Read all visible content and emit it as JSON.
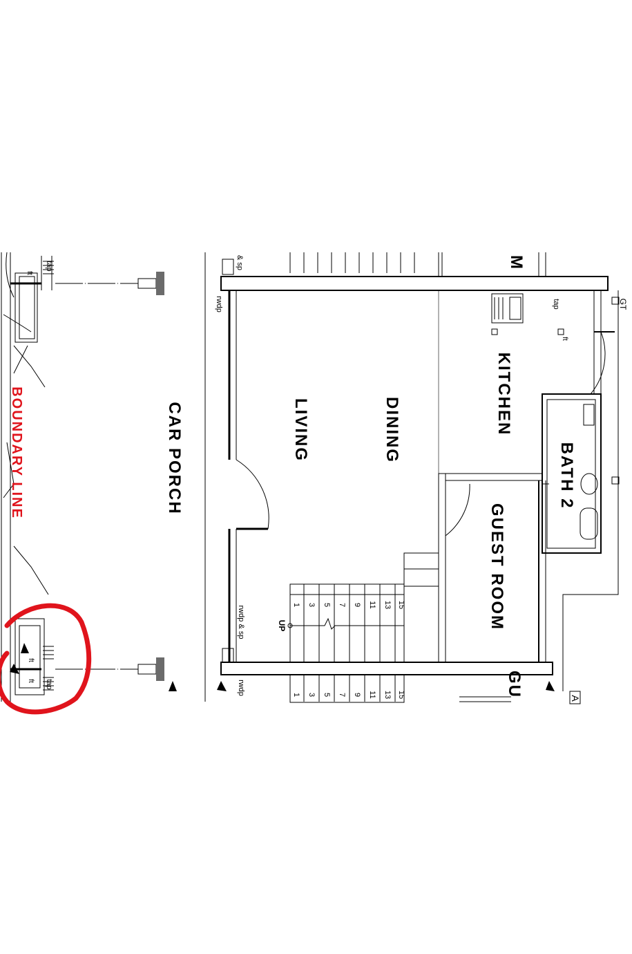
{
  "rooms": {
    "boundary_line": "BOUNDARY LINE",
    "car_porch": "CAR PORCH",
    "living": "LIVING",
    "dining": "DINING",
    "kitchen": "KITCHEN",
    "bath_2": "BATH 2",
    "guest_room": "GUEST ROOM",
    "gu_cut": "GU",
    "m_cut": "M"
  },
  "annotations": {
    "tap": "tap",
    "ft": "ft",
    "rwdp": "rwdp",
    "rwdp_sp": "rwdp & sp",
    "sp_cut": "& sp",
    "gt": "GT",
    "up": "UP",
    "a_cut": "A"
  },
  "stairs": {
    "numbers": [
      "1",
      "3",
      "5",
      "7",
      "9",
      "11",
      "13",
      "15"
    ]
  },
  "colors": {
    "boundary": "#e0141c",
    "highlight": "#e0141c",
    "line": "#000000",
    "post": "#6b6b6b"
  }
}
